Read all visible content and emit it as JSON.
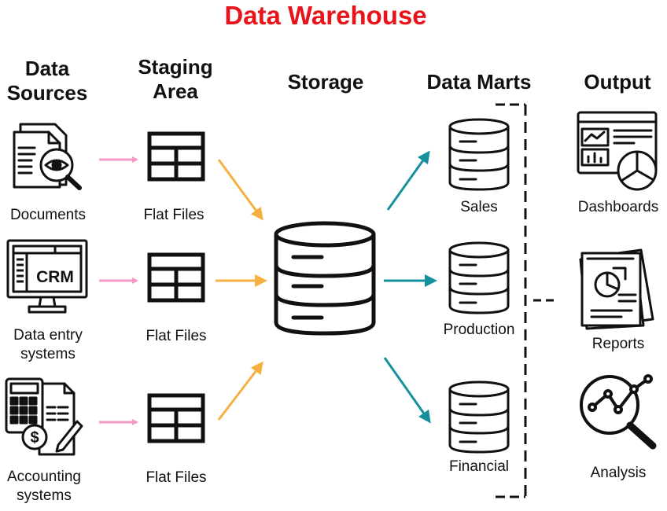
{
  "title": "Data Warehouse",
  "columns": {
    "data_sources": [
      "Data",
      "Sources"
    ],
    "staging_area": [
      "Staging",
      "Area"
    ],
    "storage": "Storage",
    "data_marts": "Data Marts",
    "output": "Output"
  },
  "sources": [
    {
      "label": [
        "Documents"
      ],
      "icon": "document-search-icon"
    },
    {
      "label": [
        "Data entry",
        "systems"
      ],
      "icon": "crm-monitor-icon",
      "icon_text": "CRM"
    },
    {
      "label": [
        "Accounting",
        "systems"
      ],
      "icon": "calculator-invoice-icon",
      "icon_text": "$"
    }
  ],
  "staging": [
    {
      "label": "Flat Files",
      "icon": "table-icon"
    },
    {
      "label": "Flat Files",
      "icon": "table-icon"
    },
    {
      "label": "Flat Files",
      "icon": "table-icon"
    }
  ],
  "storage": {
    "icon": "database-icon"
  },
  "marts": [
    {
      "label": "Sales",
      "icon": "database-icon"
    },
    {
      "label": "Production",
      "icon": "database-icon"
    },
    {
      "label": "Financial",
      "icon": "database-icon"
    }
  ],
  "outputs": [
    {
      "label": "Dashboards",
      "icon": "dashboard-icon"
    },
    {
      "label": "Reports",
      "icon": "report-icon"
    },
    {
      "label": "Analysis",
      "icon": "analysis-magnifier-icon"
    }
  ],
  "colors": {
    "title": "#e8141c",
    "source_arrow": "#f59ac8",
    "staging_arrow": "#f6b042",
    "mart_arrow": "#17909e",
    "stroke": "#111111"
  }
}
